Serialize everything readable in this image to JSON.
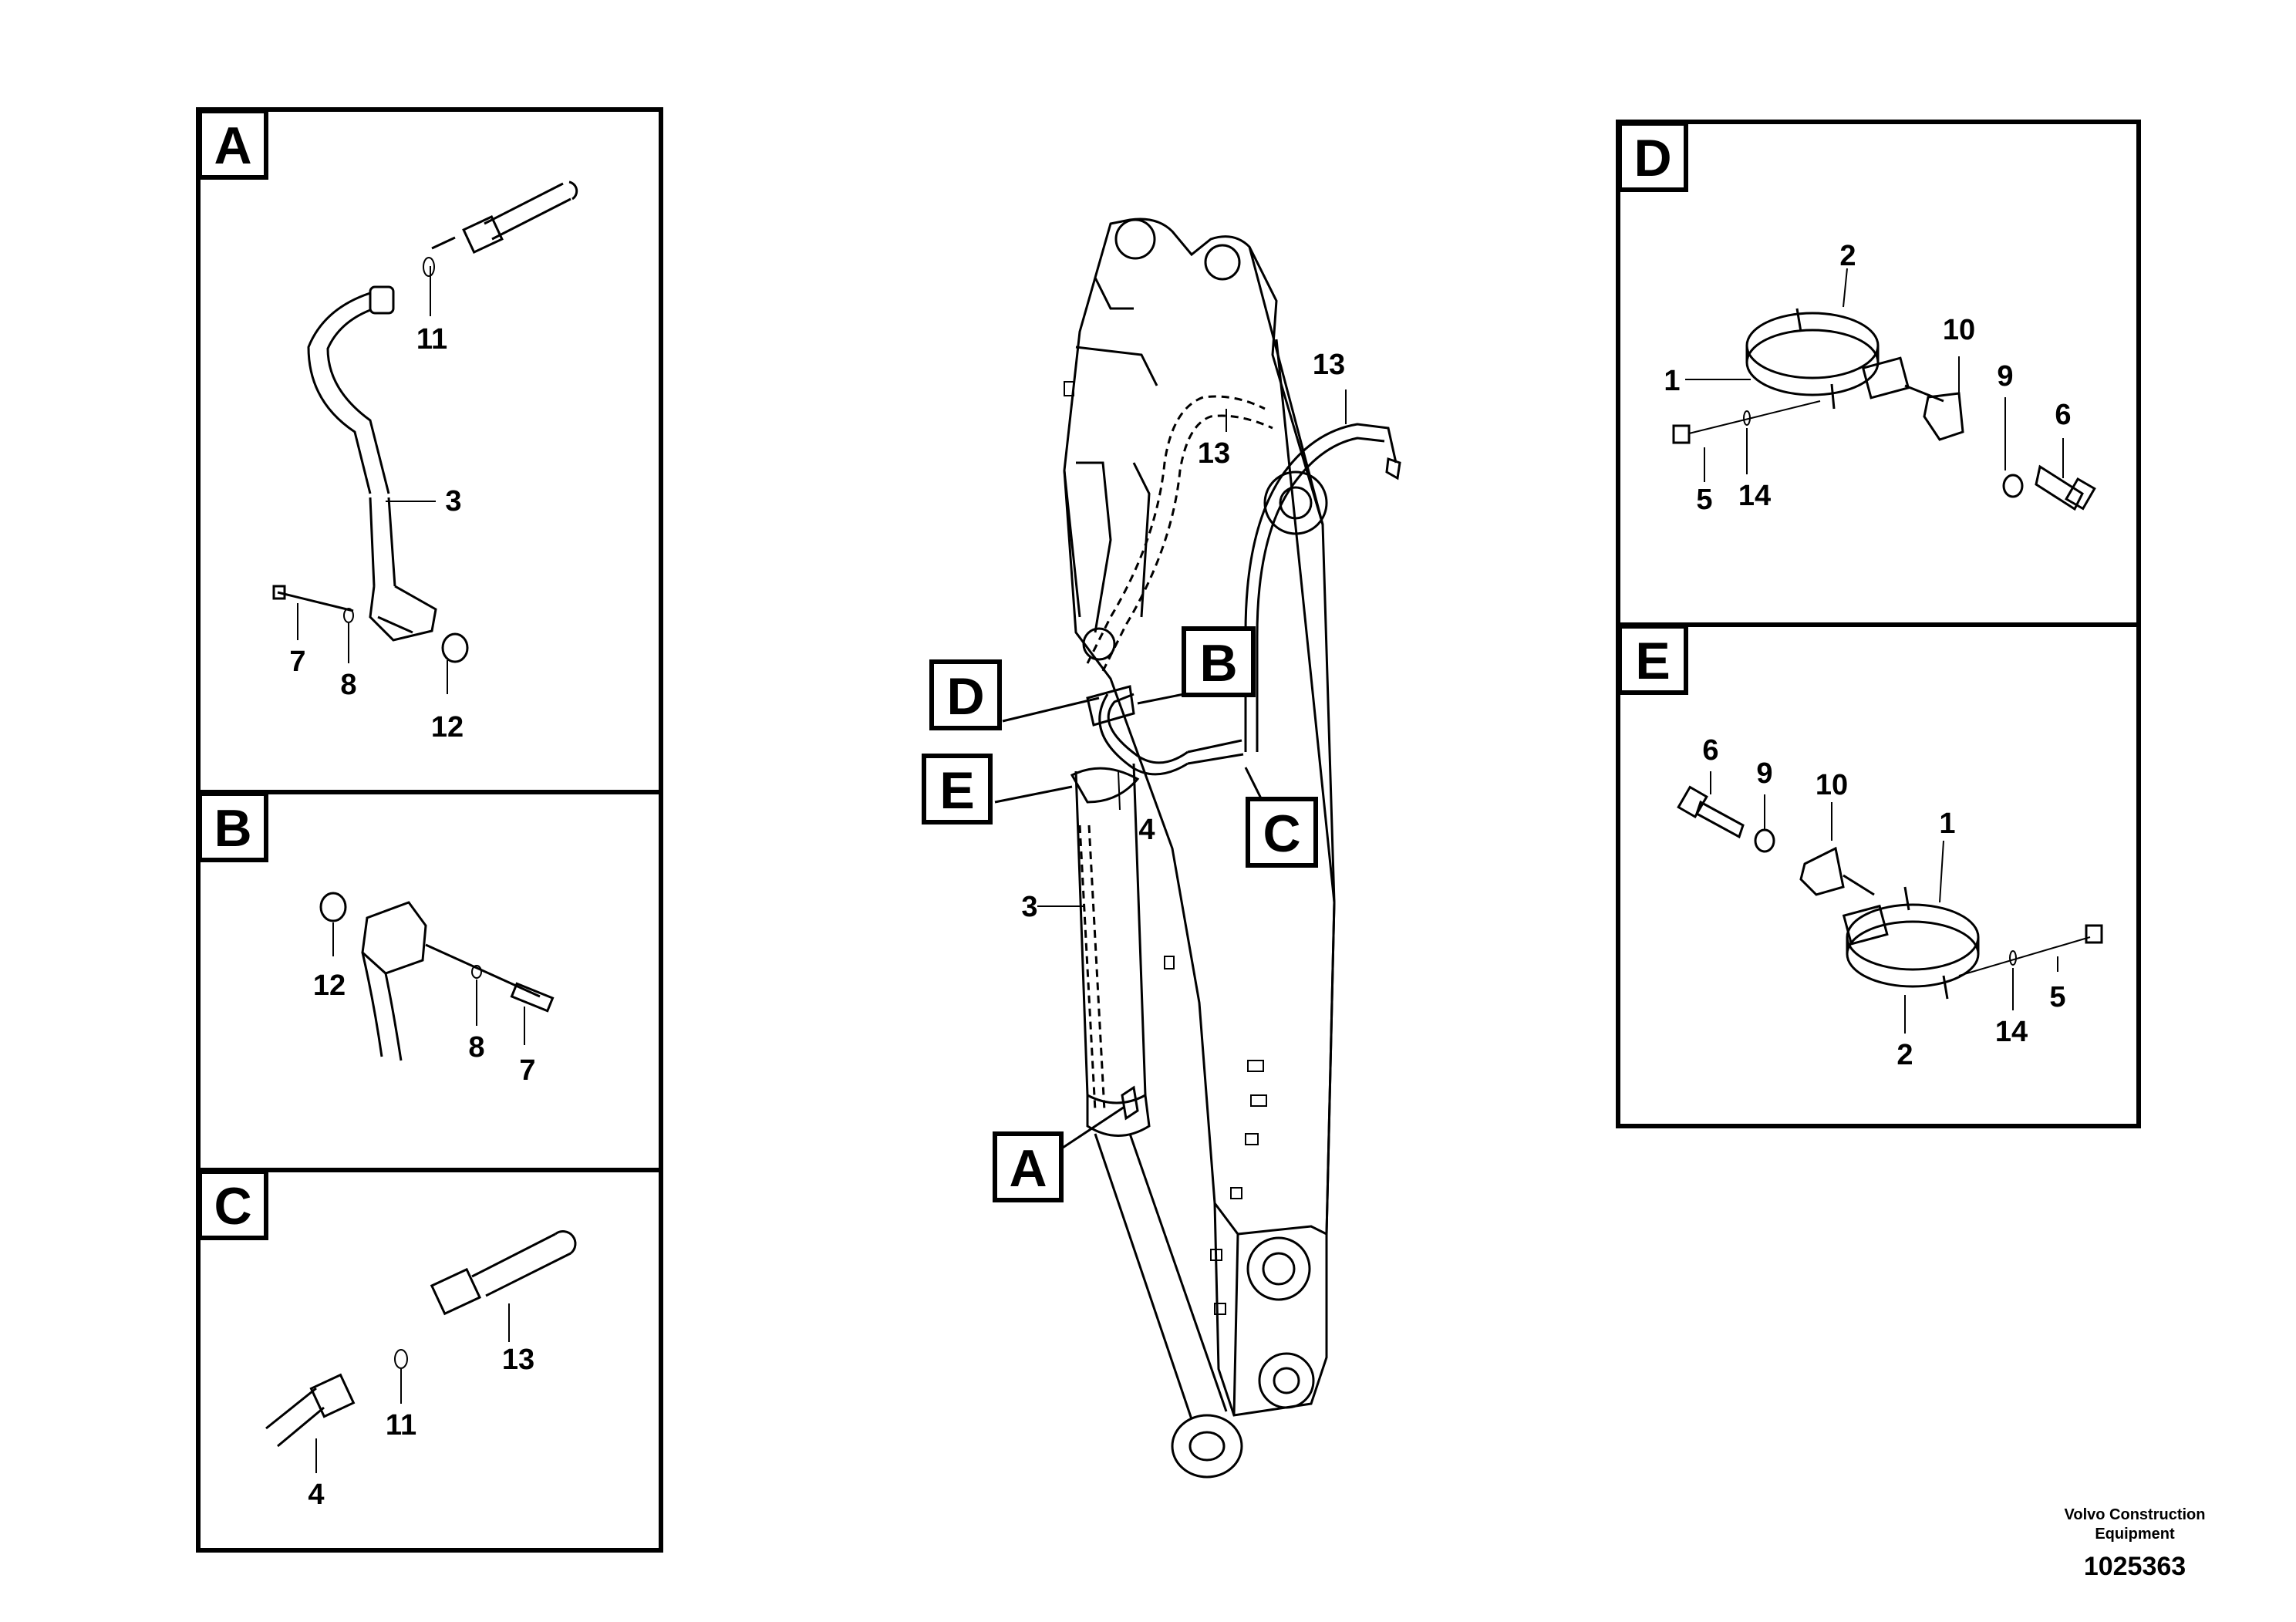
{
  "detail_panels": [
    {
      "letter": "A"
    },
    {
      "letter": "B"
    },
    {
      "letter": "C"
    },
    {
      "letter": "D"
    },
    {
      "letter": "E"
    }
  ],
  "main_callouts": [
    "D",
    "B",
    "E",
    "C",
    "A"
  ],
  "part_numbers": {
    "p1": "1",
    "p2": "2",
    "p3": "3",
    "p4": "4",
    "p5": "5",
    "p6": "6",
    "p7": "7",
    "p8": "8",
    "p9": "9",
    "p10": "10",
    "p11": "11",
    "p12": "12",
    "p13": "13",
    "p14": "14"
  },
  "footer": {
    "company_line1": "Volvo Construction",
    "company_line2": "Equipment",
    "drawing_number": "1025363"
  }
}
